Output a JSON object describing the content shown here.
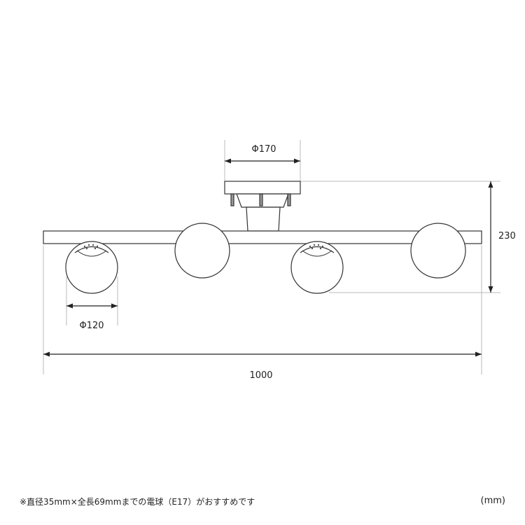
{
  "dimensions": {
    "canopy_diameter": "Φ170",
    "height": "230",
    "globe_diameter": "Φ120",
    "overall_width": "1000"
  },
  "footer": {
    "note": "※直径35mm×全長69mmまでの電球（E17）がおすすめです",
    "unit": "(mm)"
  },
  "colors": {
    "line": "#333333",
    "dimension_line": "#222222",
    "extension_line": "#bbbbbb",
    "background": "#ffffff"
  }
}
